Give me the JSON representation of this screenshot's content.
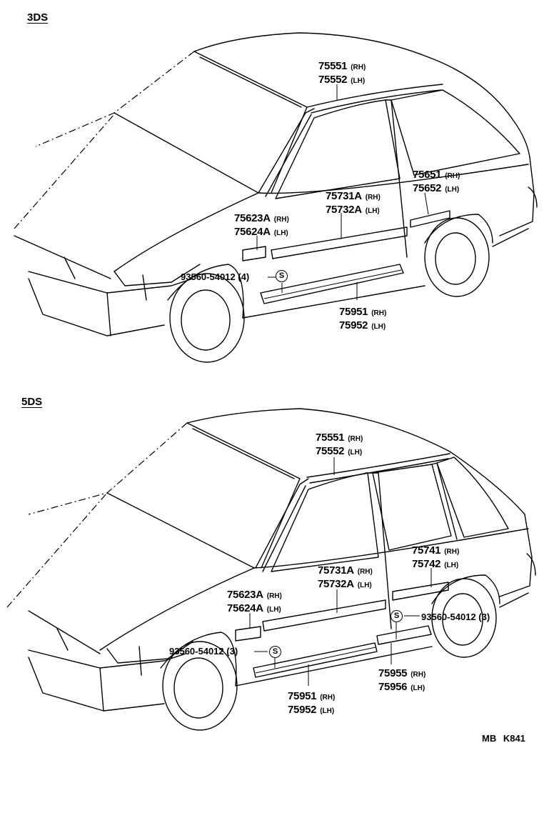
{
  "sections": [
    {
      "label": "3DS",
      "parts": [
        {
          "key": "roof",
          "lines": [
            {
              "num": "75551",
              "side": "(RH)"
            },
            {
              "num": "75552",
              "side": "(LH)"
            }
          ]
        },
        {
          "key": "quarter",
          "lines": [
            {
              "num": "75651",
              "side": "(RH)"
            },
            {
              "num": "75652",
              "side": "(LH)"
            }
          ]
        },
        {
          "key": "door",
          "lines": [
            {
              "num": "75731A",
              "side": "(RH)"
            },
            {
              "num": "75732A",
              "side": "(LH)"
            }
          ]
        },
        {
          "key": "fender",
          "lines": [
            {
              "num": "75623A",
              "side": "(RH)"
            },
            {
              "num": "75624A",
              "side": "(LH)"
            }
          ]
        },
        {
          "key": "rocker",
          "lines": [
            {
              "num": "75951",
              "side": "(RH)"
            },
            {
              "num": "75952",
              "side": "(LH)"
            }
          ]
        }
      ],
      "clips": [
        {
          "code": "93560-54012",
          "qty": "(4)",
          "symbol": "S"
        }
      ]
    },
    {
      "label": "5DS",
      "parts": [
        {
          "key": "roof",
          "lines": [
            {
              "num": "75551",
              "side": "(RH)"
            },
            {
              "num": "75552",
              "side": "(LH)"
            }
          ]
        },
        {
          "key": "rear-door",
          "lines": [
            {
              "num": "75741",
              "side": "(RH)"
            },
            {
              "num": "75742",
              "side": "(LH)"
            }
          ]
        },
        {
          "key": "front-door",
          "lines": [
            {
              "num": "75731A",
              "side": "(RH)"
            },
            {
              "num": "75732A",
              "side": "(LH)"
            }
          ]
        },
        {
          "key": "fender",
          "lines": [
            {
              "num": "75623A",
              "side": "(RH)"
            },
            {
              "num": "75624A",
              "side": "(LH)"
            }
          ]
        },
        {
          "key": "rocker",
          "lines": [
            {
              "num": "75951",
              "side": "(RH)"
            },
            {
              "num": "75952",
              "side": "(LH)"
            }
          ]
        },
        {
          "key": "rear-rocker",
          "lines": [
            {
              "num": "75955",
              "side": "(RH)"
            },
            {
              "num": "75956",
              "side": "(LH)"
            }
          ]
        }
      ],
      "clips": [
        {
          "code": "93560-54012",
          "qty": "(3)",
          "symbol": "S"
        },
        {
          "code": "93560-54012",
          "qty": "(3)",
          "symbol": "S"
        }
      ]
    }
  ],
  "reference_code": "MB  K841"
}
